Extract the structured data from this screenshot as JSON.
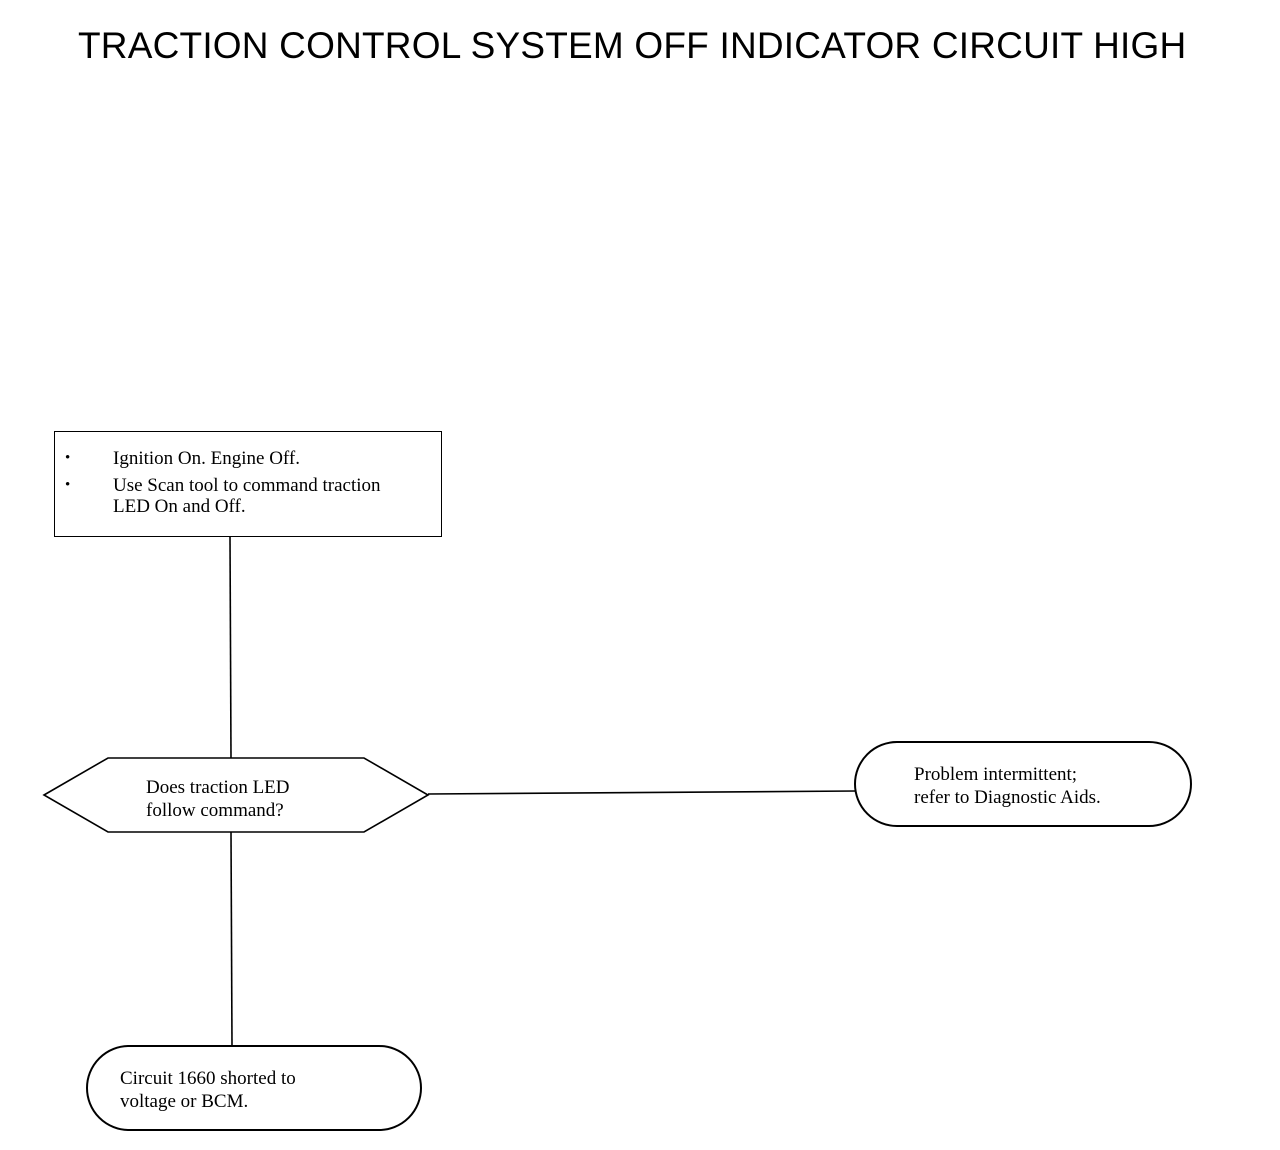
{
  "title": "TRACTION CONTROL SYSTEM OFF INDICATOR CIRCUIT HIGH",
  "steps": {
    "items": [
      {
        "bullet": "•",
        "text": "Ignition On. Engine Off."
      },
      {
        "bullet": "•",
        "text": "Use Scan tool to command traction LED On and Off."
      }
    ]
  },
  "decision": {
    "line1": "Does traction LED",
    "line2": "follow command?"
  },
  "outcomes": {
    "intermittent": {
      "line1": "Problem intermittent;",
      "line2": "refer to Diagnostic Aids."
    },
    "shorted": {
      "line1": "Circuit 1660 shorted to",
      "line2": "voltage or BCM."
    }
  }
}
